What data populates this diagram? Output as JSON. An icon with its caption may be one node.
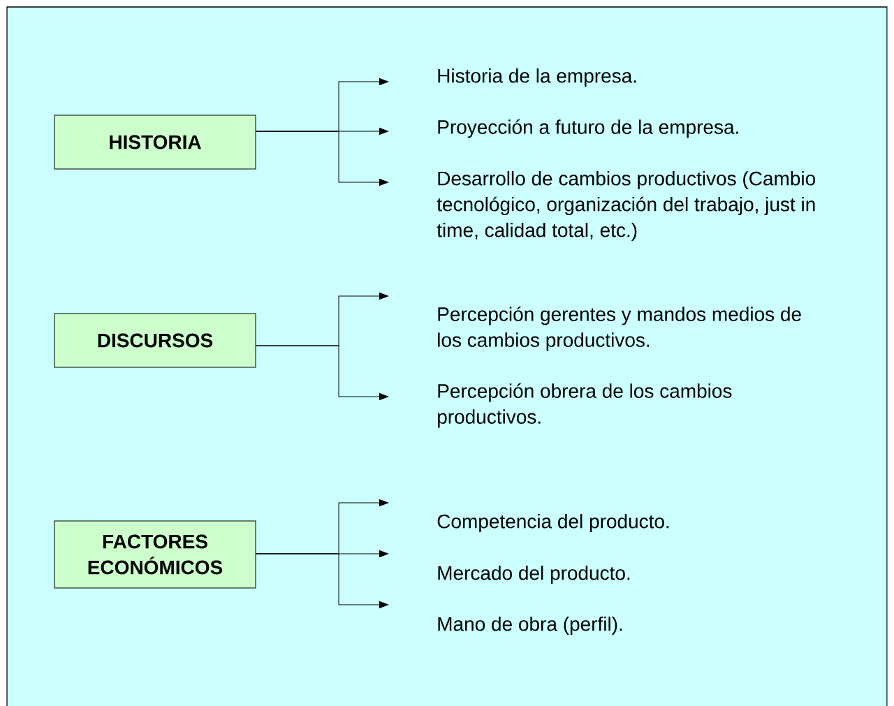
{
  "diagram": {
    "nodes": [
      {
        "text": [
          "HISTORIA"
        ]
      },
      {
        "text": [
          "Historia de la empresa."
        ]
      },
      {
        "text": [
          "Proyección a futuro de la empresa."
        ]
      },
      {
        "text": [
          "Desarrollo de cambios productivos (Cambio tecnológico, organización del trabajo, just in time, calidad total, etc.)"
        ]
      },
      {
        "text": [
          "DISCURSOS"
        ]
      },
      {
        "text": [
          "Percepción gerentes y mandos medios de los cambios productivos."
        ]
      },
      {
        "text": [
          "Percepción obrera de los cambios productivos."
        ]
      },
      {
        "text": [
          "FACTORES ECONÓMICOS"
        ]
      },
      {
        "text": [
          "Competencia del producto."
        ]
      },
      {
        "text": [
          "Mercado del producto."
        ]
      },
      {
        "text": [
          "Mano de obra (perfil)."
        ]
      }
    ],
    "edges": [
      {
        "from": 0,
        "to": 1,
        "arrow": "to"
      },
      {
        "from": 0,
        "to": 2,
        "arrow": "to"
      },
      {
        "from": 0,
        "to": 3,
        "arrow": "to"
      },
      {
        "from": 4,
        "to": 5,
        "arrow": "to"
      },
      {
        "from": 4,
        "to": 6,
        "arrow": "to"
      },
      {
        "from": 7,
        "to": 8,
        "arrow": "to"
      },
      {
        "from": 7,
        "to": 9,
        "arrow": "to"
      },
      {
        "from": 7,
        "to": 10,
        "arrow": "to"
      }
    ]
  }
}
